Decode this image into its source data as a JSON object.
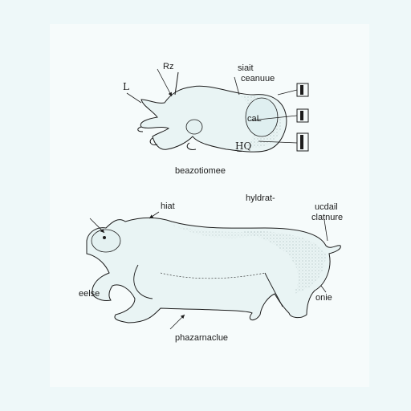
{
  "labels": {
    "rz": "Rz",
    "l": "L",
    "siait": "siait",
    "ceanuue": "ceanuue",
    "cal": "caL",
    "hq": "H̲Q",
    "caption_top": "beazotiomee",
    "hydrat": "hyldrat-",
    "hiat": "hiat",
    "ucdail": "ucdail",
    "clatnure": "clatnure",
    "eelse": "eelse",
    "onie": "onie",
    "caption_bottom": "phazarnaclue"
  },
  "colors": {
    "background": "#eef8f9",
    "ink": "#1c1c1c",
    "body_fill": "#e9f4f4",
    "shade": "#c7d9da"
  }
}
